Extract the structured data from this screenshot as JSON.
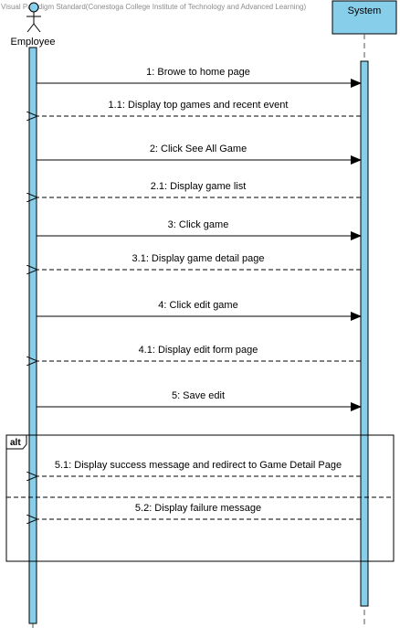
{
  "watermark": "Visual Paradigm Standard(Conestoga College Institute of Technology and Advanced Learning)",
  "actor": {
    "name": "Employee",
    "icon": "stick-figure-icon"
  },
  "system": {
    "name": "System"
  },
  "colors": {
    "lifeline_fill": "#87CEEB",
    "border": "#000000",
    "dash": "#555555"
  },
  "fragment": {
    "operator": "alt"
  },
  "messages": [
    {
      "id": "1",
      "label": "1: Browe to home page",
      "direction": "to-system",
      "kind": "sync"
    },
    {
      "id": "1.1",
      "label": "1.1: Display top games and recent event",
      "direction": "to-actor",
      "kind": "return"
    },
    {
      "id": "2",
      "label": "2: Click See All Game",
      "direction": "to-system",
      "kind": "sync"
    },
    {
      "id": "2.1",
      "label": "2.1: Display game list",
      "direction": "to-actor",
      "kind": "return"
    },
    {
      "id": "3",
      "label": "3: Click game",
      "direction": "to-system",
      "kind": "sync"
    },
    {
      "id": "3.1",
      "label": "3.1: Display game detail page",
      "direction": "to-actor",
      "kind": "return"
    },
    {
      "id": "4",
      "label": "4: Click edit game",
      "direction": "to-system",
      "kind": "sync"
    },
    {
      "id": "4.1",
      "label": "4.1: Display edit form page",
      "direction": "to-actor",
      "kind": "return"
    },
    {
      "id": "5",
      "label": "5: Save edit",
      "direction": "to-system",
      "kind": "sync"
    },
    {
      "id": "5.1",
      "label": "5.1: Display success message and redirect to Game Detail Page",
      "direction": "to-actor",
      "kind": "return"
    },
    {
      "id": "5.2",
      "label": "5.2: Display failure message",
      "direction": "to-actor",
      "kind": "return"
    }
  ]
}
